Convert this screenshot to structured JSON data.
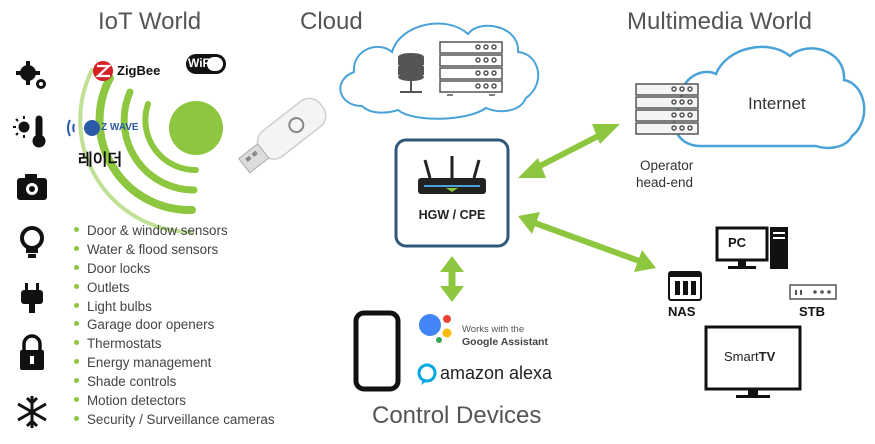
{
  "sections": {
    "iot_world": "IoT World",
    "cloud": "Cloud",
    "multimedia_world": "Multimedia World",
    "control_devices": "Control Devices"
  },
  "iot": {
    "zigbee": "ZigBee",
    "wifi": "WiFi",
    "zwave": "Z WAVE",
    "radar": "레이더",
    "devices": [
      "Door & window sensors",
      "Water & flood sensors",
      "Door locks",
      "Outlets",
      "Light bulbs",
      "Garage door openers",
      "Thermostats",
      "Energy management",
      "Shade controls",
      "Motion detectors",
      "Security / Surveillance cameras"
    ],
    "side_icons": [
      "gears-icon",
      "sun-thermometer-icon",
      "camera-icon",
      "bulb-icon",
      "plug-icon",
      "lock-icon",
      "snowflake-icon"
    ]
  },
  "hub": {
    "label": "HGW / CPE"
  },
  "multimedia": {
    "internet": "Internet",
    "operator_line1": "Operator",
    "operator_line2": "head-end",
    "pc": "PC",
    "nas": "NAS",
    "stb": "STB",
    "smarttv_regular": "Smart",
    "smarttv_bold": "TV"
  },
  "control": {
    "google_line1": "Works with the",
    "google_line2": "Google Assistant",
    "alexa": "amazon alexa"
  },
  "colors": {
    "accent_green": "#8dc63f",
    "hub_border": "#2e5878",
    "cloud_stroke": "#4aa3d8",
    "text_gray": "#555555"
  }
}
